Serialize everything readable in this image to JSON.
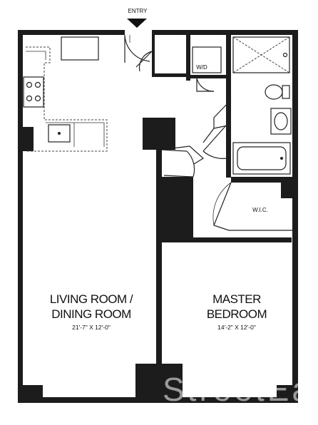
{
  "labels": {
    "entry": "ENTRY",
    "washer_dryer": "W/D",
    "walk_in_closet": "W.I.C.",
    "living_line1": "LIVING ROOM /",
    "living_line2": "DINING ROOM",
    "living_dim": "21'-7\" X 12'-0\"",
    "master_line1": "MASTER",
    "master_line2": "BEDROOM",
    "master_dim": "14'-2\" X 12'-0\"",
    "watermark": "StreetEasy"
  },
  "icons": {
    "entry_marker": "down-triangle",
    "range": "four-burner-cooktop",
    "sink": "sink",
    "toilet": "toilet",
    "bathtub": "bathtub",
    "shower": "shower"
  },
  "colors": {
    "wall": "#1c1c1c",
    "background": "#ffffff"
  }
}
